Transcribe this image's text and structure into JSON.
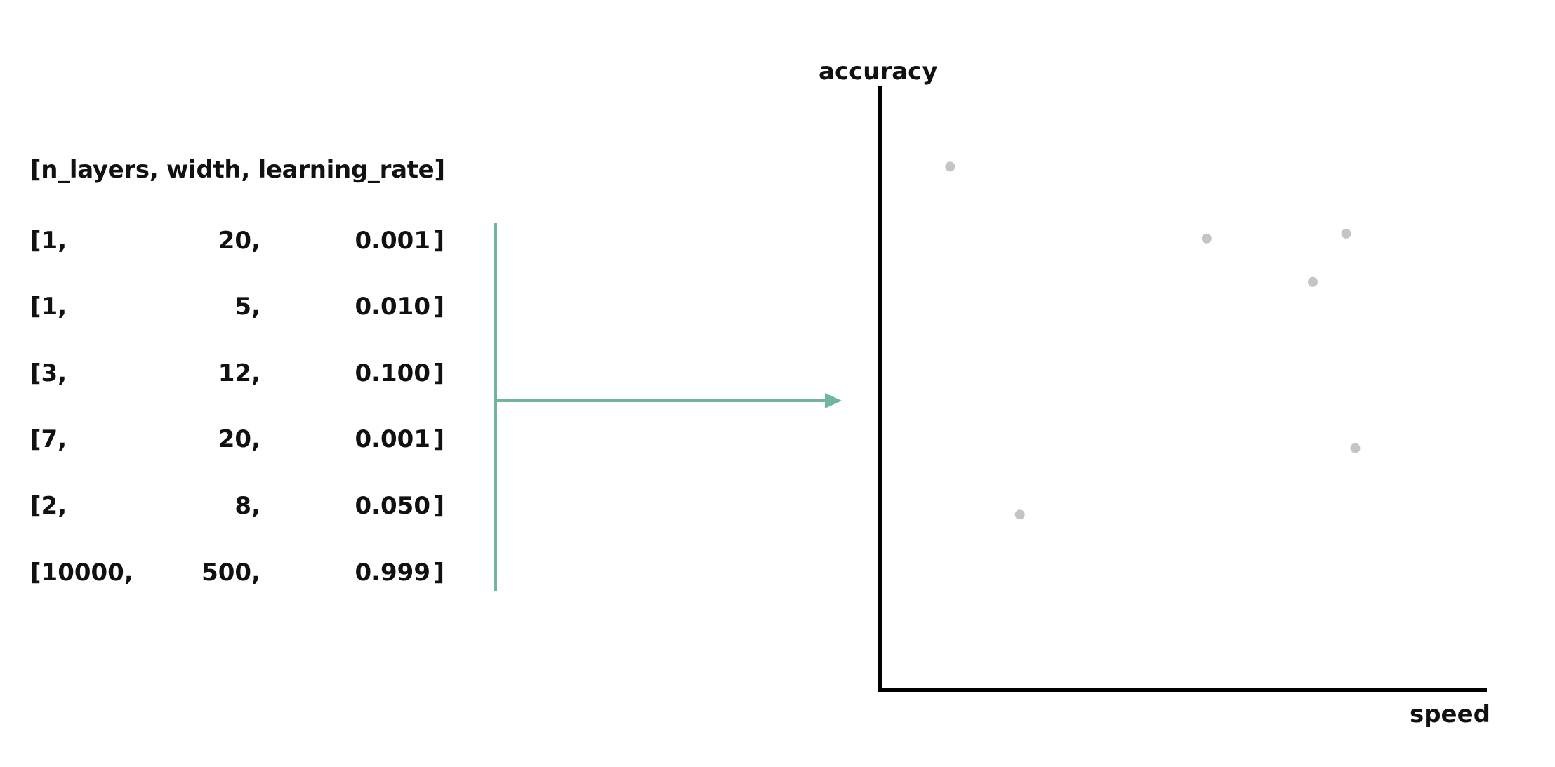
{
  "table": {
    "header": "[n_layers, width, learning_rate]",
    "open_bracket": "[",
    "close_bracket": "]",
    "rows": [
      {
        "n_layers": "1",
        "width": "20",
        "learning_rate": "0.001"
      },
      {
        "n_layers": "1",
        "width": "5",
        "learning_rate": "0.010"
      },
      {
        "n_layers": "3",
        "width": "12",
        "learning_rate": "0.100"
      },
      {
        "n_layers": "7",
        "width": "20",
        "learning_rate": "0.001"
      },
      {
        "n_layers": "2",
        "width": "8",
        "learning_rate": "0.050"
      },
      {
        "n_layers": "10000",
        "width": "500",
        "learning_rate": "0.999"
      }
    ]
  },
  "connector": {
    "color": "#6fb5a0"
  },
  "plot": {
    "x_label": "speed",
    "y_label": "accuracy",
    "axis_color": "#000000",
    "point_color": "#c4c4c4",
    "x_range": [
      0,
      1
    ],
    "y_range": [
      0,
      1
    ],
    "points": [
      {
        "x": 0.115,
        "y": 0.866
      },
      {
        "x": 0.23,
        "y": 0.29
      },
      {
        "x": 0.538,
        "y": 0.747
      },
      {
        "x": 0.713,
        "y": 0.675
      },
      {
        "x": 0.768,
        "y": 0.755
      },
      {
        "x": 0.783,
        "y": 0.4
      }
    ]
  }
}
